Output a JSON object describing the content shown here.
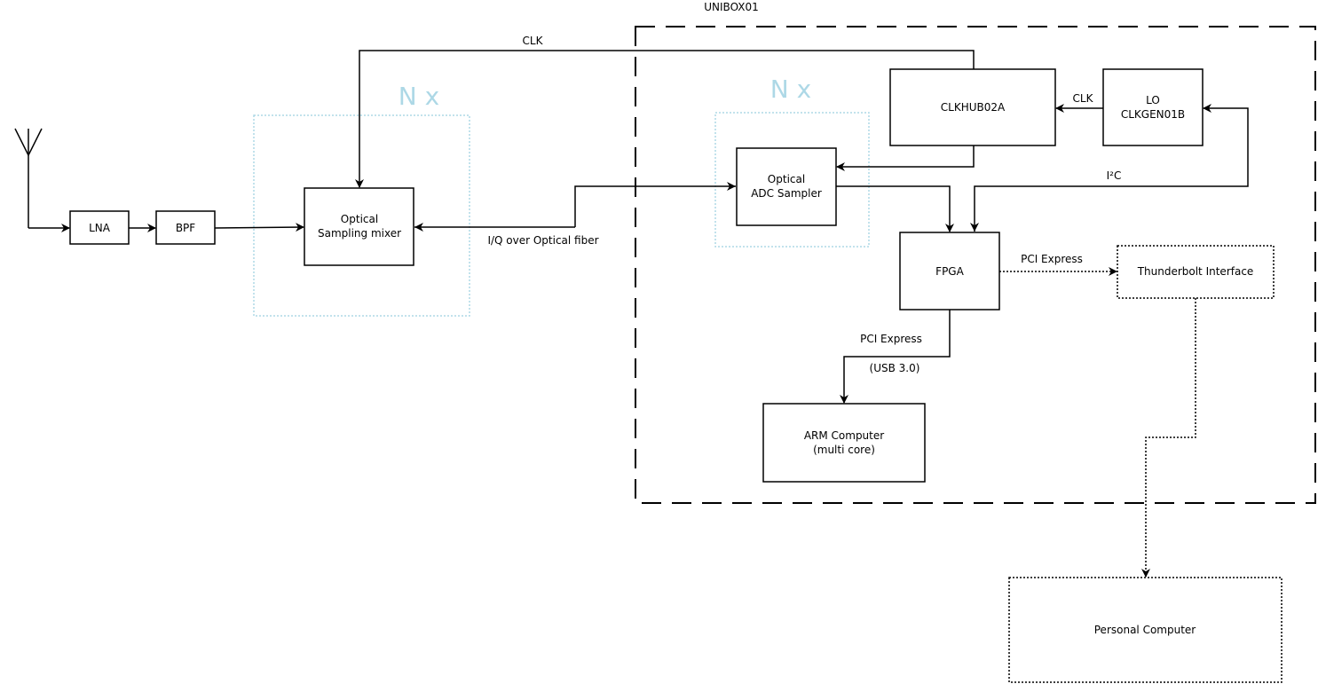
{
  "diagram": {
    "container_title": "UNIBOX01",
    "group_label_1": "N x",
    "group_label_2": "N x",
    "colors": {
      "line": "#000000",
      "group_border": "#add8e6",
      "group_text": "#add8e6",
      "background": "#ffffff"
    },
    "blocks": {
      "lna": "LNA",
      "bpf": "BPF",
      "mixer_line1": "Optical",
      "mixer_line2": "Sampling mixer",
      "adc_line1": "Optical",
      "adc_line2": "ADC Sampler",
      "clkhub": "CLKHUB02A",
      "lo_line1": "LO",
      "lo_line2": "CLKGEN01B",
      "fpga": "FPGA",
      "thunderbolt": "Thunderbolt Interface",
      "arm_line1": "ARM Computer",
      "arm_line2": "(multi core)",
      "pc": "Personal Computer"
    },
    "edge_labels": {
      "clk_top": "CLK",
      "clk_lo": "CLK",
      "i2c": "I²C",
      "iq_fiber": "I/Q over Optical fiber",
      "pci_express_tb": "PCI Express",
      "pci_express_arm": "PCI Express",
      "usb": "(USB 3.0)"
    },
    "icons": {
      "antenna": "antenna-icon"
    }
  }
}
